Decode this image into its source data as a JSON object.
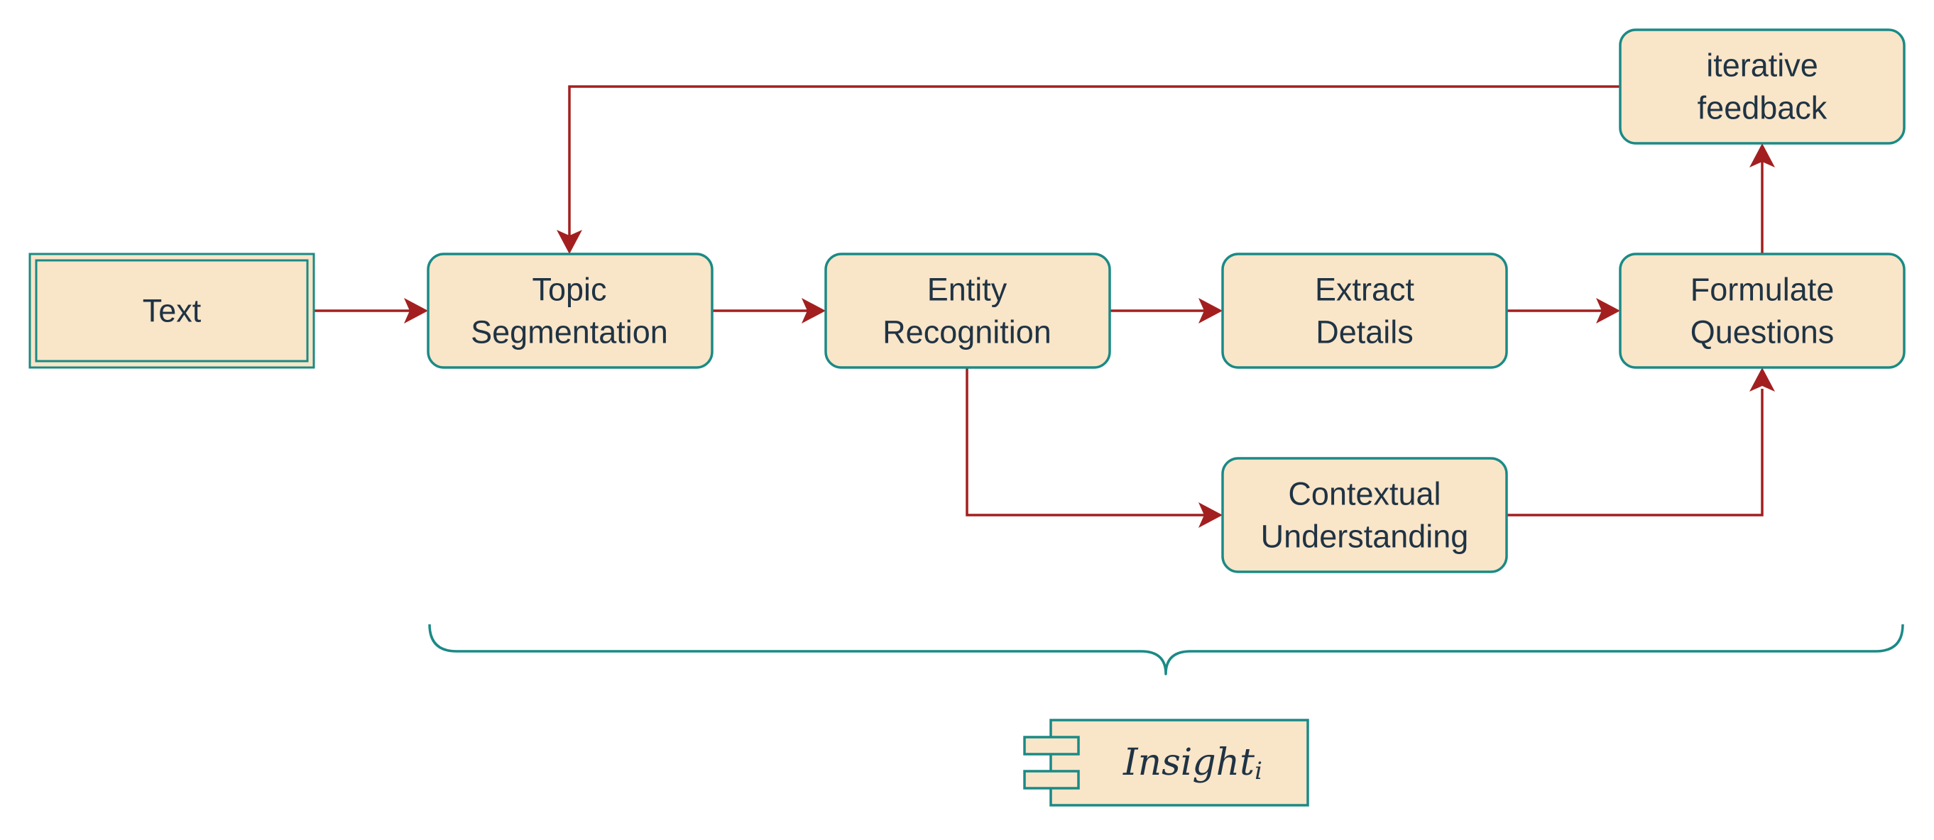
{
  "colors": {
    "box_fill": "#f9e5c8",
    "box_stroke": "#1a8a86",
    "arrow": "#a31f1f",
    "text": "#1f3344"
  },
  "nodes": {
    "text": {
      "label": "Text"
    },
    "topic_segmentation": {
      "line1": "Topic",
      "line2": "Segmentation"
    },
    "entity_recognition": {
      "line1": "Entity",
      "line2": "Recognition"
    },
    "extract_details": {
      "line1": "Extract",
      "line2": "Details"
    },
    "formulate_questions": {
      "line1": "Formulate",
      "line2": "Questions"
    },
    "iterative_feedback": {
      "line1": "iterative",
      "line2": "feedback"
    },
    "contextual_understanding": {
      "line1": "Contextual",
      "line2": "Understanding"
    }
  },
  "output": {
    "label": "Insight",
    "subscript": "i"
  }
}
